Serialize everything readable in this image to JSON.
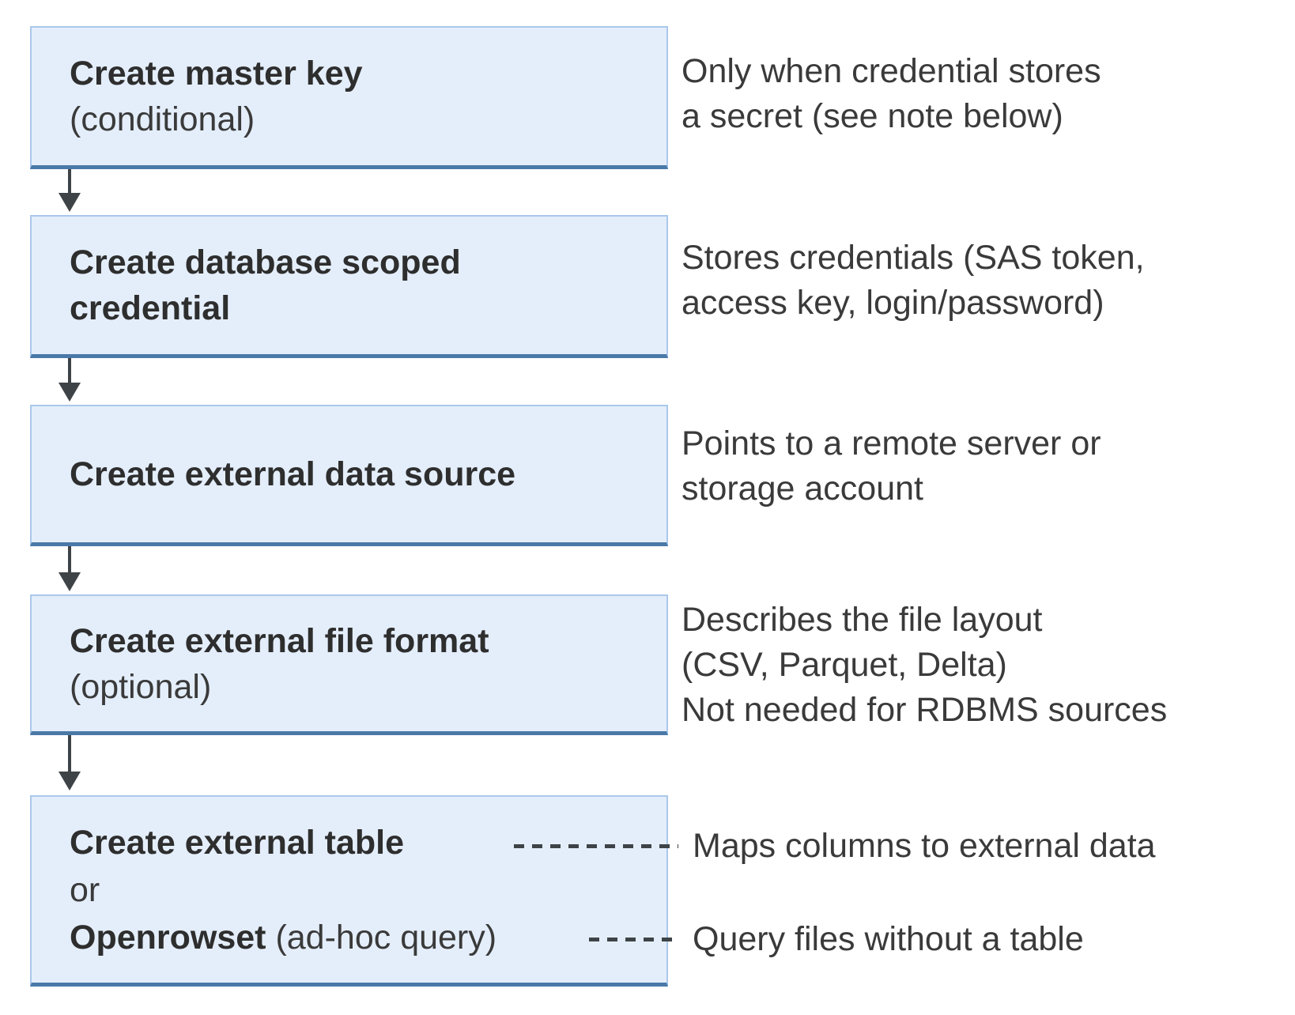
{
  "colors": {
    "box_fill": "#e4eefb",
    "box_border": "#aac8ea",
    "box_border_bottom": "#4a79a8",
    "arrow": "#3e4347",
    "text": "#3a3a3a"
  },
  "flow": {
    "boxes": [
      {
        "title": "Create master key",
        "qualifier": "(conditional)"
      },
      {
        "title_line1": "Create database scoped",
        "title_line2": "credential"
      },
      {
        "title": "Create external data source"
      },
      {
        "title": "Create external file format",
        "qualifier": "(optional)"
      },
      {
        "row1_bold": "Create external table",
        "row2": "or",
        "row3_bold": "Openrowset",
        "row3_plain": " (ad-hoc query)"
      }
    ],
    "descriptions": [
      {
        "line1": "Only when credential stores",
        "line2": "a secret (see note below)"
      },
      {
        "line1": "Stores credentials (SAS token,",
        "line2": "access key, login/password)"
      },
      {
        "line1": "Points to a remote server or",
        "line2": "storage account"
      },
      {
        "line1": "Describes the file layout",
        "line2": "(CSV, Parquet, Delta)",
        "line3": "Not needed for RDBMS sources"
      },
      {
        "line1": "Maps columns to external data"
      },
      {
        "line1": "Query files without a table"
      }
    ]
  }
}
